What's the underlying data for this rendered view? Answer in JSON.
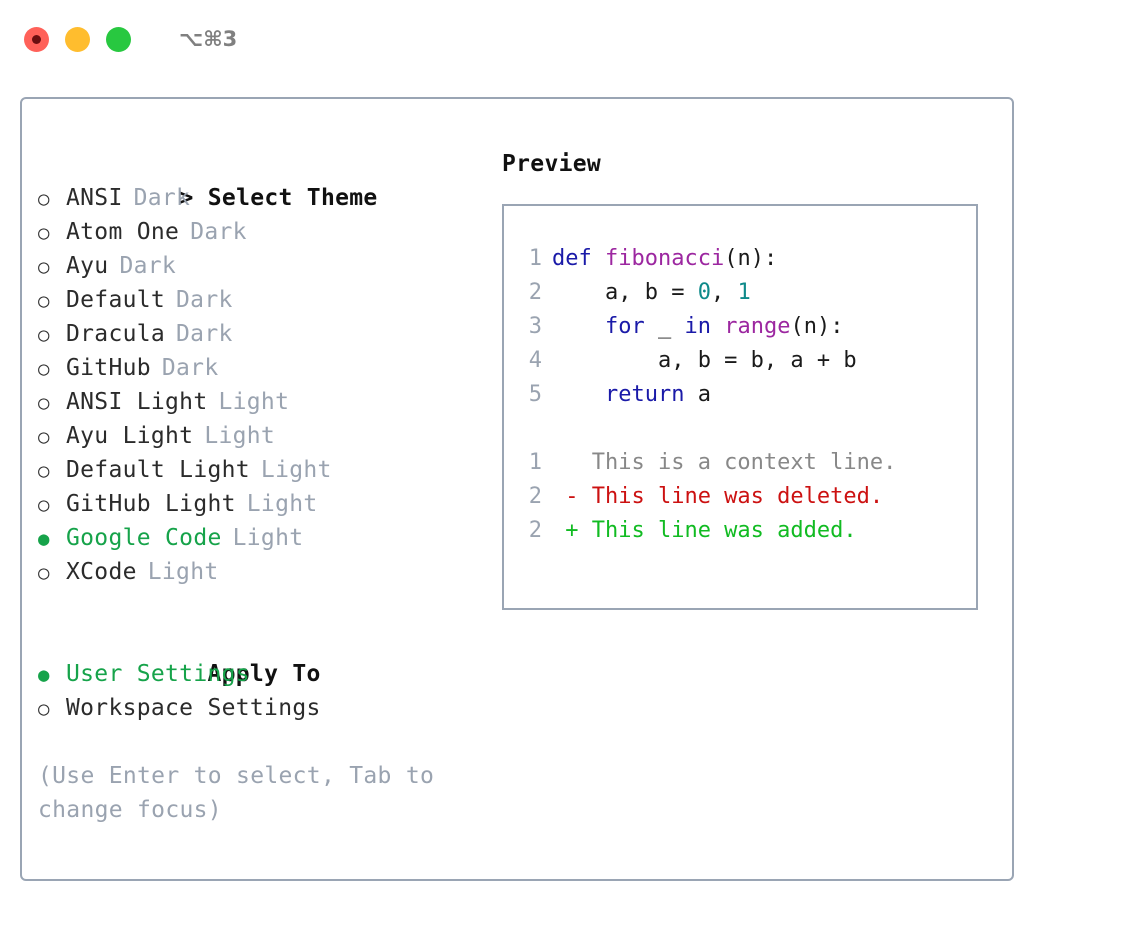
{
  "window": {
    "shortcut": "⌥⌘3",
    "traffic_lights": [
      {
        "name": "close",
        "color": "#ff6159",
        "recording": true
      },
      {
        "name": "minimize",
        "color": "#ffbd2e",
        "recording": false
      },
      {
        "name": "maximize",
        "color": "#28c840",
        "recording": false
      }
    ]
  },
  "theme_section": {
    "caret": "> ",
    "title": "Select Theme",
    "focused": true,
    "options": [
      {
        "bullet": "○",
        "label": "ANSI",
        "tag": "Dark",
        "selected": false
      },
      {
        "bullet": "○",
        "label": "Atom One",
        "tag": "Dark",
        "selected": false
      },
      {
        "bullet": "○",
        "label": "Ayu",
        "tag": "Dark",
        "selected": false
      },
      {
        "bullet": "○",
        "label": "Default",
        "tag": "Dark",
        "selected": false
      },
      {
        "bullet": "○",
        "label": "Dracula",
        "tag": "Dark",
        "selected": false
      },
      {
        "bullet": "○",
        "label": "GitHub",
        "tag": "Dark",
        "selected": false
      },
      {
        "bullet": "○",
        "label": "ANSI Light",
        "tag": "Light",
        "selected": false
      },
      {
        "bullet": "○",
        "label": "Ayu Light",
        "tag": "Light",
        "selected": false
      },
      {
        "bullet": "○",
        "label": "Default Light",
        "tag": "Light",
        "selected": false
      },
      {
        "bullet": "○",
        "label": "GitHub Light",
        "tag": "Light",
        "selected": false
      },
      {
        "bullet": "●",
        "label": "Google Code",
        "tag": "Light",
        "selected": true
      },
      {
        "bullet": "○",
        "label": "XCode",
        "tag": "Light",
        "selected": false
      }
    ]
  },
  "apply_section": {
    "title": "Apply To",
    "focused": false,
    "options": [
      {
        "bullet": "●",
        "label": "User Settings",
        "tag": "",
        "selected": true
      },
      {
        "bullet": "○",
        "label": "Workspace Settings",
        "tag": "",
        "selected": false
      }
    ]
  },
  "help": {
    "text": "(Use Enter to select, Tab to\nchange focus)"
  },
  "preview": {
    "title": "Preview",
    "code_lines": [
      {
        "no": "1",
        "tokens": [
          {
            "t": "def ",
            "c": "kw"
          },
          {
            "t": "fibonacci",
            "c": "fn"
          },
          {
            "t": "(n):",
            "c": "pln"
          }
        ]
      },
      {
        "no": "2",
        "tokens": [
          {
            "t": "    a, b = ",
            "c": "pln"
          },
          {
            "t": "0",
            "c": "num"
          },
          {
            "t": ", ",
            "c": "pln"
          },
          {
            "t": "1",
            "c": "num"
          }
        ]
      },
      {
        "no": "3",
        "tokens": [
          {
            "t": "    ",
            "c": "pln"
          },
          {
            "t": "for",
            "c": "kw"
          },
          {
            "t": " _ ",
            "c": "pln"
          },
          {
            "t": "in",
            "c": "kw"
          },
          {
            "t": " ",
            "c": "pln"
          },
          {
            "t": "range",
            "c": "fn"
          },
          {
            "t": "(n):",
            "c": "pln"
          }
        ]
      },
      {
        "no": "4",
        "tokens": [
          {
            "t": "        a, b = b, a + b",
            "c": "pln"
          }
        ]
      },
      {
        "no": "5",
        "tokens": [
          {
            "t": "    ",
            "c": "pln"
          },
          {
            "t": "return",
            "c": "kw"
          },
          {
            "t": " a",
            "c": "pln"
          }
        ]
      }
    ],
    "diff_lines": [
      {
        "no": "1",
        "marker": "  ",
        "text": "This is a context line.",
        "kind": "ctx"
      },
      {
        "no": "2",
        "marker": "- ",
        "text": "This line was deleted.",
        "kind": "del"
      },
      {
        "no": "2",
        "marker": "+ ",
        "text": "This line was added.",
        "kind": "add"
      }
    ]
  },
  "colors": {
    "accent_green": "#16a34a",
    "muted": "#9aa3b0",
    "border": "#9aa5b4",
    "keyword": "#1a1aa8",
    "function": "#9c27a0",
    "number": "#0f8a8a",
    "diff_deleted": "#cc1111",
    "diff_added": "#11bb22"
  }
}
